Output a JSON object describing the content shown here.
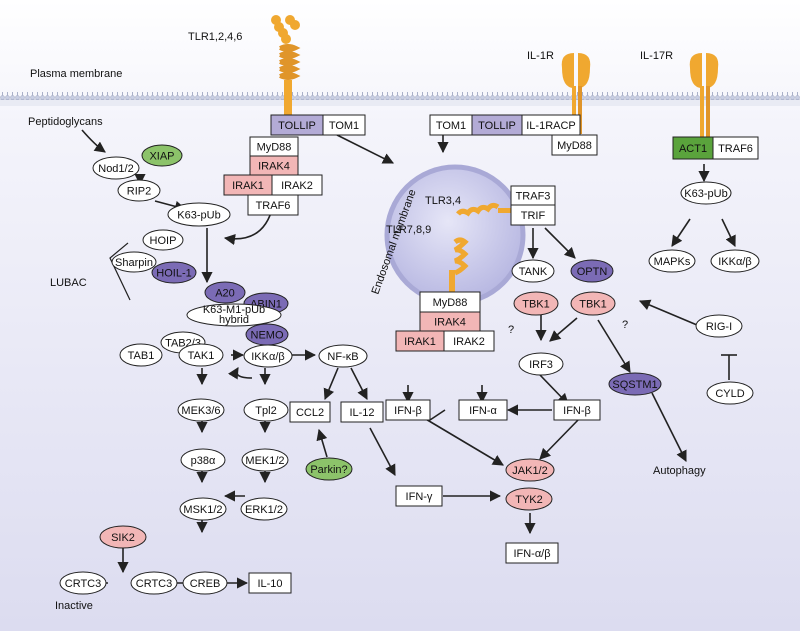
{
  "labels": {
    "plasma_membrane": "Plasma membrane",
    "endosomal_membrane": "Endosomal membrane",
    "tlr1246": "TLR1,2,4,6",
    "il1r": "IL-1R",
    "il17r": "IL-17R",
    "peptidoglycans": "Peptidoglycans",
    "lubac": "LUBAC",
    "tlr34": "TLR3,4",
    "tlr789": "TLR7,8,9",
    "autophagy": "Autophagy",
    "inactive": "Inactive",
    "q1": "?",
    "q2": "?"
  },
  "nodes": {
    "tollip1": "TOLLIP",
    "tom1a": "TOM1",
    "tom1b": "TOM1",
    "tollip2": "TOLLIP",
    "il1racp": "IL-1RACP",
    "myd88_il1": "MyD88",
    "act1": "ACT1",
    "traf6_il17": "TRAF6",
    "myd88_a": "MyD88",
    "irak4_a": "IRAK4",
    "irak1_a": "IRAK1",
    "irak2_a": "IRAK2",
    "traf6_a": "TRAF6",
    "nod12": "Nod1/2",
    "xiap": "XIAP",
    "rip2": "RIP2",
    "k63pub": "K63-pUb",
    "hoip": "HOIP",
    "sharpin": "Sharpin",
    "hoil1": "HOIL-1",
    "a20": "A20",
    "abin1": "ABIN1",
    "k63m1": "K63-M1-pUb",
    "hybrid": "hybrid",
    "tab23": "TAB2/3",
    "nemo": "NEMO",
    "tab1": "TAB1",
    "tak1": "TAK1",
    "ikkab": "IKKα/β",
    "nfkb": "NF-κB",
    "mek36": "MEK3/6",
    "tpl2": "Tpl2",
    "ccl2": "CCL2",
    "il12": "IL-12",
    "p38a": "p38α",
    "mek12": "MEK1/2",
    "parkin": "Parkin?",
    "msk12": "MSK1/2",
    "erk12": "ERK1/2",
    "sik2": "SIK2",
    "crtc3_a": "CRTC3",
    "crtc3_b": "CRTC3",
    "creb": "CREB",
    "il10": "IL-10",
    "traf3": "TRAF3",
    "trif": "TRIF",
    "myd88_b": "MyD88",
    "irak4_b": "IRAK4",
    "irak1_b": "IRAK1",
    "irak2_b": "IRAK2",
    "tank": "TANK",
    "optn": "OPTN",
    "tbk1_a": "TBK1",
    "tbk1_b": "TBK1",
    "irf3": "IRF3",
    "sqstm1": "SQSTM1",
    "rigi": "RIG-I",
    "cyld": "CYLD",
    "ifnb_a": "IFN-β",
    "ifna": "IFN-α",
    "ifnb_b": "IFN-β",
    "jak12": "JAK1/2",
    "tyk2": "TYK2",
    "ifng": "IFN-γ",
    "ifnab": "IFN-α/β",
    "k63pub2": "K63-pUb",
    "mapks": "MAPKs",
    "ikkab2": "IKKα/β"
  },
  "colors": {
    "purple": "#7b6bb5",
    "purple_light": "#b3abd6",
    "pink": "#f2b6b6",
    "green": "#8cc36a",
    "green_dark": "#5aa33c",
    "orange": "#f0a830",
    "endosome": "#c9c9ea"
  }
}
